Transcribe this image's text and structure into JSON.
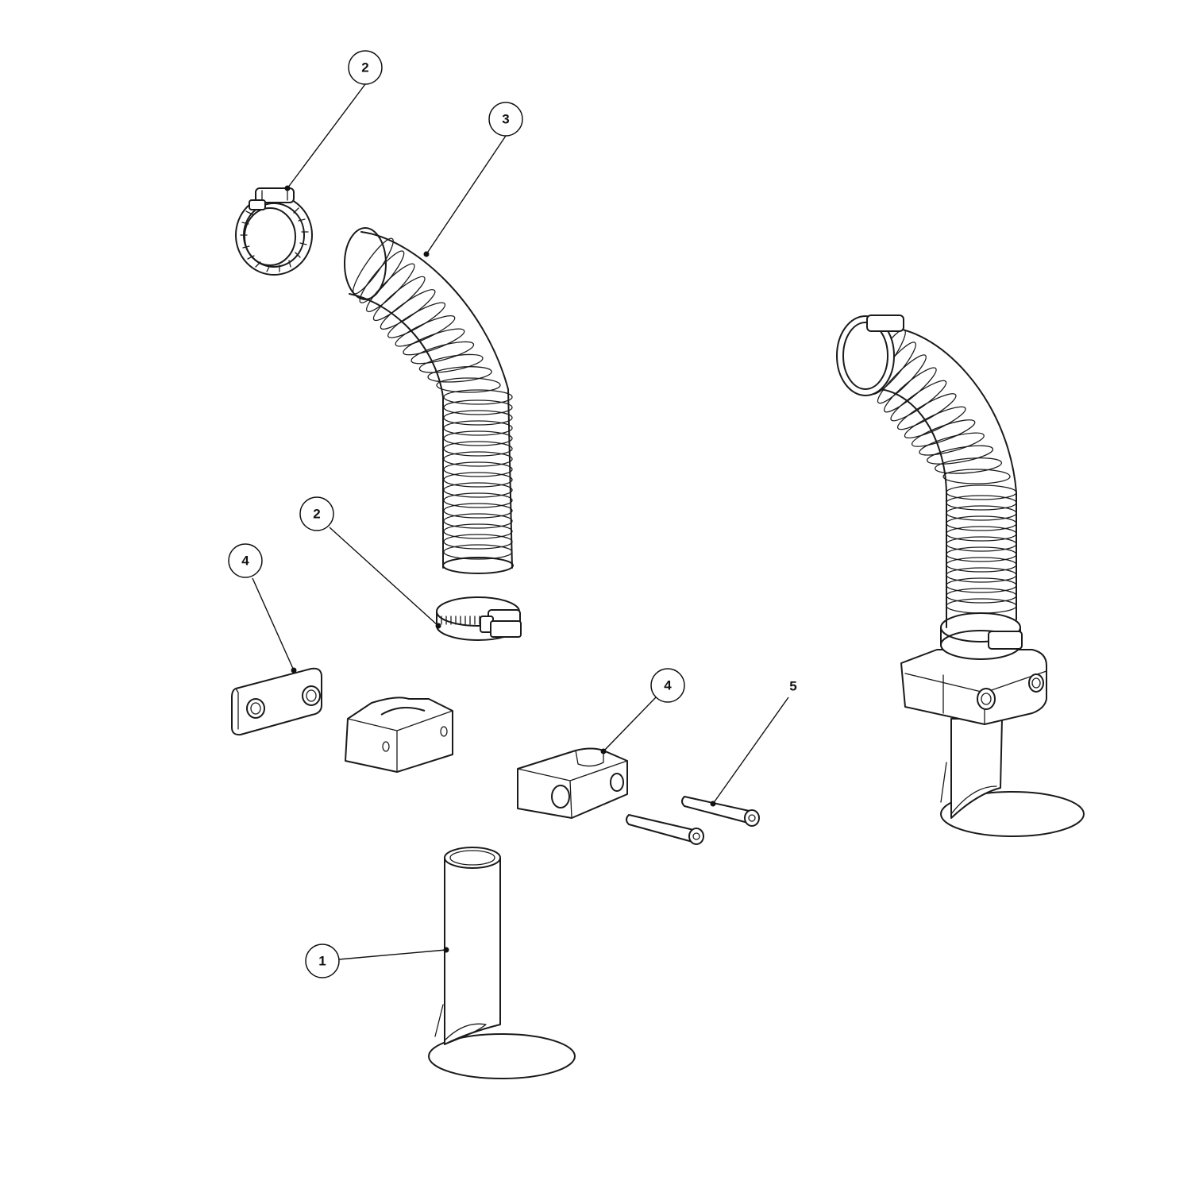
{
  "callouts": [
    {
      "id": "clamp-top",
      "label": "2"
    },
    {
      "id": "hose",
      "label": "3"
    },
    {
      "id": "clamp-bottom",
      "label": "2"
    },
    {
      "id": "plate",
      "label": "4"
    },
    {
      "id": "block",
      "label": "4"
    },
    {
      "id": "screws",
      "label": "5"
    },
    {
      "id": "pipe-base",
      "label": "1"
    }
  ]
}
